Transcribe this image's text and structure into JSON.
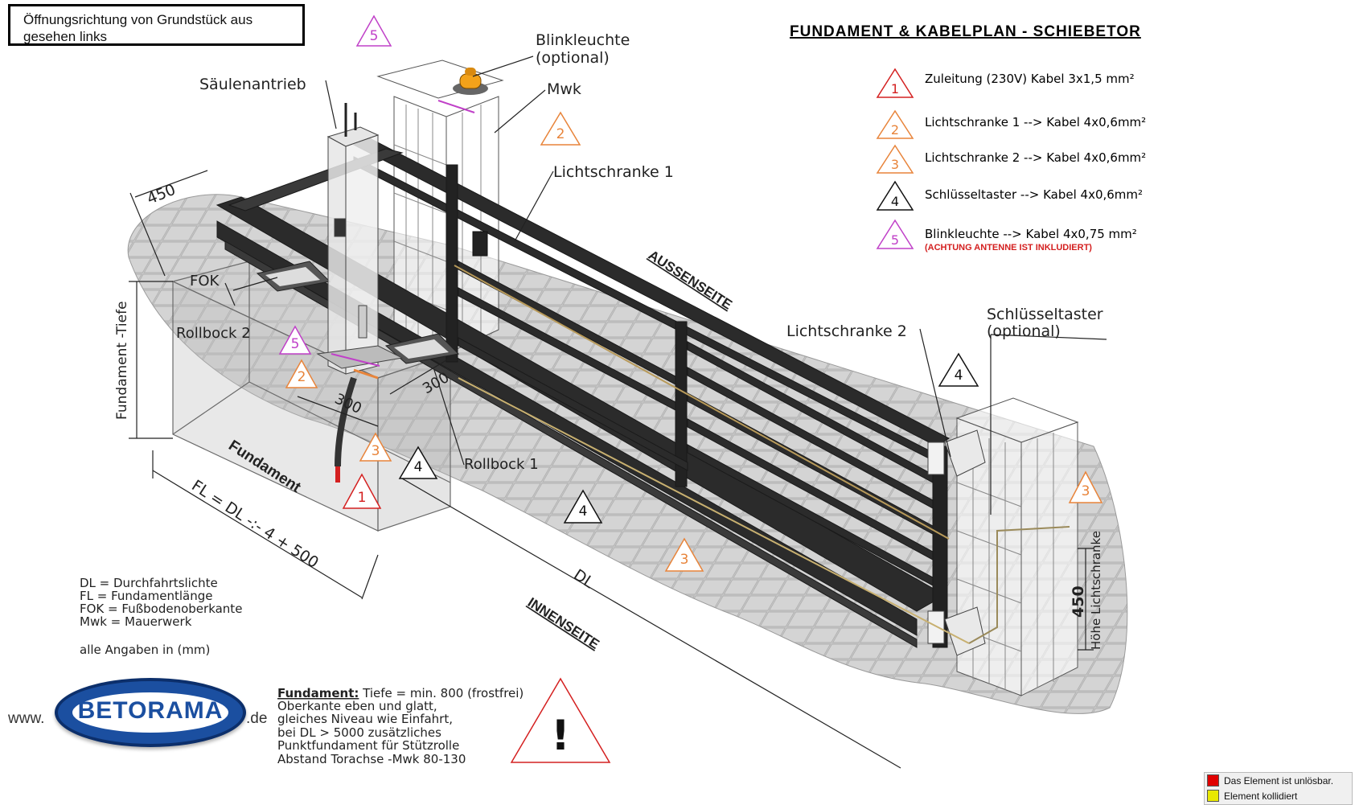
{
  "hint": {
    "line1": "Öffnungsrichtung von Grundstück aus",
    "line2": "gesehen links"
  },
  "title": "FUNDAMENT & KABELPLAN  -  SCHIEBETOR",
  "cable_legend": [
    {
      "num": "1",
      "text": "Zuleitung (230V) Kabel 3x1,5 mm²",
      "color": "#d42020"
    },
    {
      "num": "2",
      "text": "Lichtschranke 1 --> Kabel 4x0,6mm²",
      "color": "#e8843a"
    },
    {
      "num": "3",
      "text": "Lichtschranke 2 --> Kabel 4x0,6mm²",
      "color": "#e8843a"
    },
    {
      "num": "4",
      "text": "Schlüsseltaster --> Kabel 4x0,6mm²",
      "color": "#111111"
    },
    {
      "num": "5",
      "text": "Blinkleuchte --> Kabel 4x0,75 mm²",
      "color": "#c040c8"
    }
  ],
  "antenna_note": "(ACHTUNG ANTENNE IST INKLUDIERT)",
  "labels": {
    "blinkleuchte": "Blinkleuchte",
    "optional": "(optional)",
    "mwk": "Mwk",
    "saeulenantrieb": "Säulenantrieb",
    "lichtschranke1": "Lichtschranke 1",
    "lichtschranke2": "Lichtschranke 2",
    "schluesseltaster": "Schlüsseltaster",
    "schluessel_optional": "(optional)",
    "aussenseite": "AUSSENSEITE",
    "innenseite": "INNENSEITE",
    "fok": "FOK",
    "rollbock2": "Rollbock 2",
    "rollbock1": "Rollbock 1",
    "fundament": "Fundament",
    "fundament_tiefe": "Fundament -Tiefe",
    "fl_formula": "FL = DL -:- 4 + 500",
    "dl": "DL",
    "hoehe_lichtschranke": "Höhe Lichtschranke"
  },
  "dimensions": {
    "d450_top": "450",
    "d300_a": "300",
    "d300_b": "300",
    "d450_side": "450"
  },
  "abbreviations": [
    "DL = Durchfahrtslichte",
    "FL = Fundamentlänge",
    "FOK = Fußbodenoberkante",
    "Mwk = Mauerwerk",
    "",
    "alle Angaben in (mm)"
  ],
  "fundament_note": {
    "heading": "Fundament:",
    "first": " Tiefe = min. 800 (frostfrei)",
    "lines": [
      "Oberkante eben und glatt,",
      "gleiches Niveau wie Einfahrt,",
      "bei DL > 5000 zusätzliches",
      "Punktfundament für Stützrolle",
      "Abstand Torachse -Mwk 80-130"
    ]
  },
  "warning_symbol": "!",
  "logo": {
    "www": "www.",
    "name": "BETORAMA",
    "tld": ".de"
  },
  "status": [
    {
      "text": "Das Element ist unlösbar.",
      "color": "#e00000"
    },
    {
      "text": "Element kollidiert",
      "color": "#e8e800"
    }
  ]
}
